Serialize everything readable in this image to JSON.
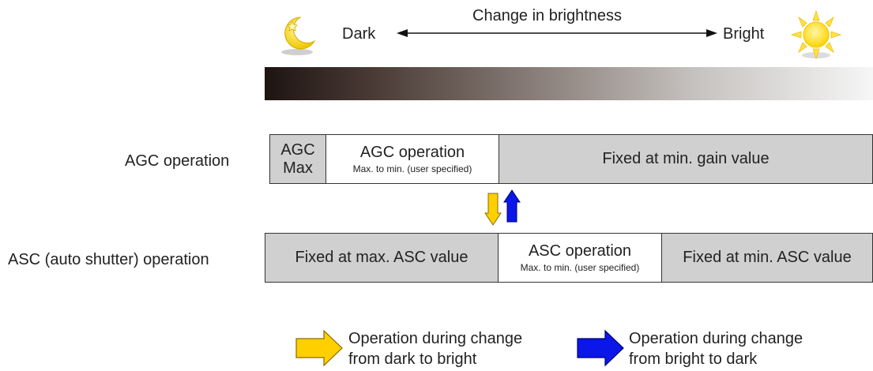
{
  "header": {
    "title": "Change in brightness",
    "dark_label": "Dark",
    "bright_label": "Bright"
  },
  "rows": {
    "agc": {
      "label": "AGC operation",
      "cells": [
        {
          "line1": "AGC",
          "line2": "Max"
        },
        {
          "line1": "AGC operation",
          "line2": "Max. to min. (user specified)"
        },
        {
          "line1": "Fixed at min. gain value"
        }
      ]
    },
    "asc": {
      "label": "ASC (auto shutter) operation",
      "cells": [
        {
          "line1": "Fixed at max. ASC value"
        },
        {
          "line1": "ASC operation",
          "line2": "Max. to min. (user specified)"
        },
        {
          "line1": "Fixed at min. ASC value"
        }
      ]
    }
  },
  "legend": {
    "dark_to_bright": {
      "line1": "Operation during change",
      "line2": "from dark to bright",
      "color": "#ffd000"
    },
    "bright_to_dark": {
      "line1": "Operation during change",
      "line2": "from bright to dark",
      "color": "#0a17e8"
    }
  },
  "icons": {
    "moon": "moon-icon",
    "sun": "sun-icon"
  }
}
